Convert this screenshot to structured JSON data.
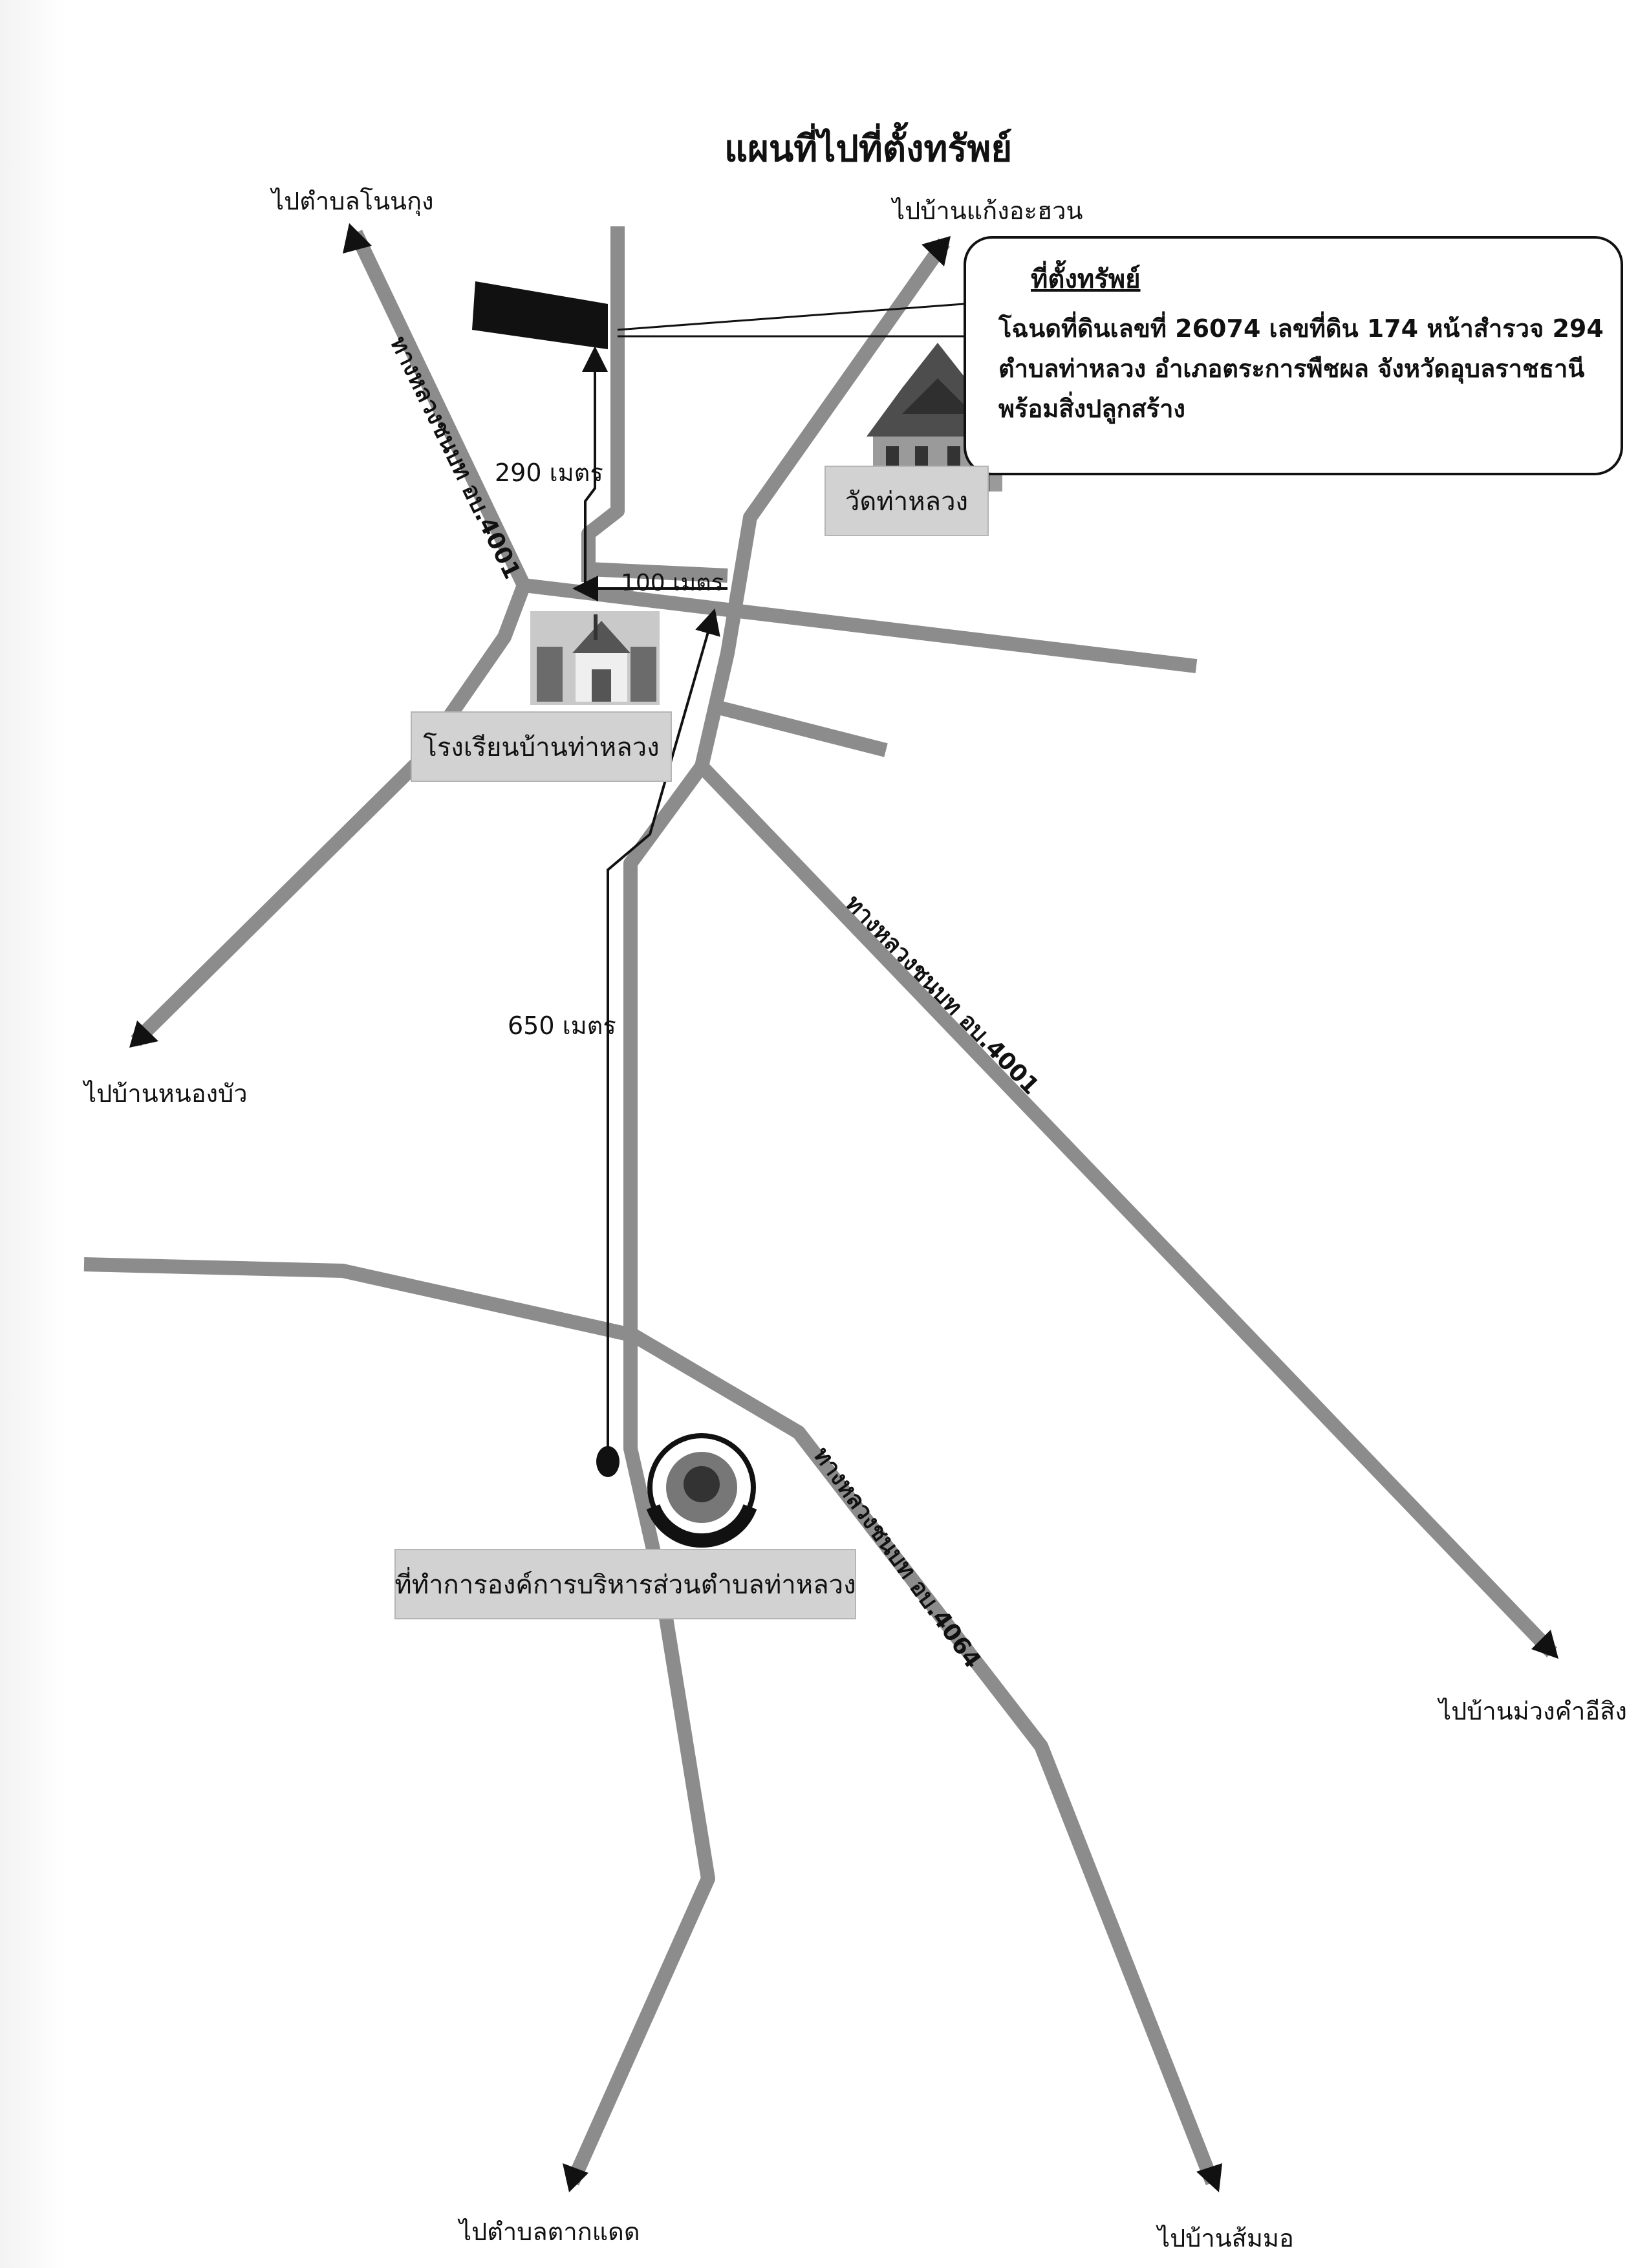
{
  "title": "แผนที่ไปที่ตั้งทรัพย์",
  "destinations": {
    "top_left": "ไปตำบลโนนกุง",
    "top_right": "ไปบ้านแก้งอะฮวน",
    "left": "ไปบ้านหนองบัว",
    "right": "ไปบ้านม่วงคำอีสิง",
    "bottom_left": "ไปตำบลตากแดด",
    "bottom_right": "ไปบ้านส้มมอ"
  },
  "callout": {
    "title": "ที่ตั้งทรัพย์",
    "line1": "โฉนดที่ดินเลขที่ 26074 เลขที่ดิน 174 หน้าสำรวจ 294",
    "line2": "ตำบลท่าหลวง อำเภอตระการพืชผล จังหวัดอุบลราชธานี",
    "line3": "พร้อมสิ่งปลูกสร้าง"
  },
  "landmarks": {
    "temple": "วัดท่าหลวง",
    "school": "โรงเรียนบ้านท่าหลวง",
    "office": "ที่ทำการองค์การบริหารส่วนตำบลท่าหลวง"
  },
  "distances": {
    "d290": "290 เมตร",
    "d100": "100 เมตร",
    "d650": "650 เมตร"
  },
  "road_names": {
    "road_a": "ทางหลวงชนบท อบ.4001",
    "road_b": "ทางหลวงชนบท อบ.4001",
    "road_c": "ทางหลวงชนบท อบ.4064"
  },
  "colors": {
    "road": "#8c8c8c",
    "road_edge": "#5a5a5a",
    "route_line": "#111111",
    "label_box": "#d2d2d2"
  }
}
